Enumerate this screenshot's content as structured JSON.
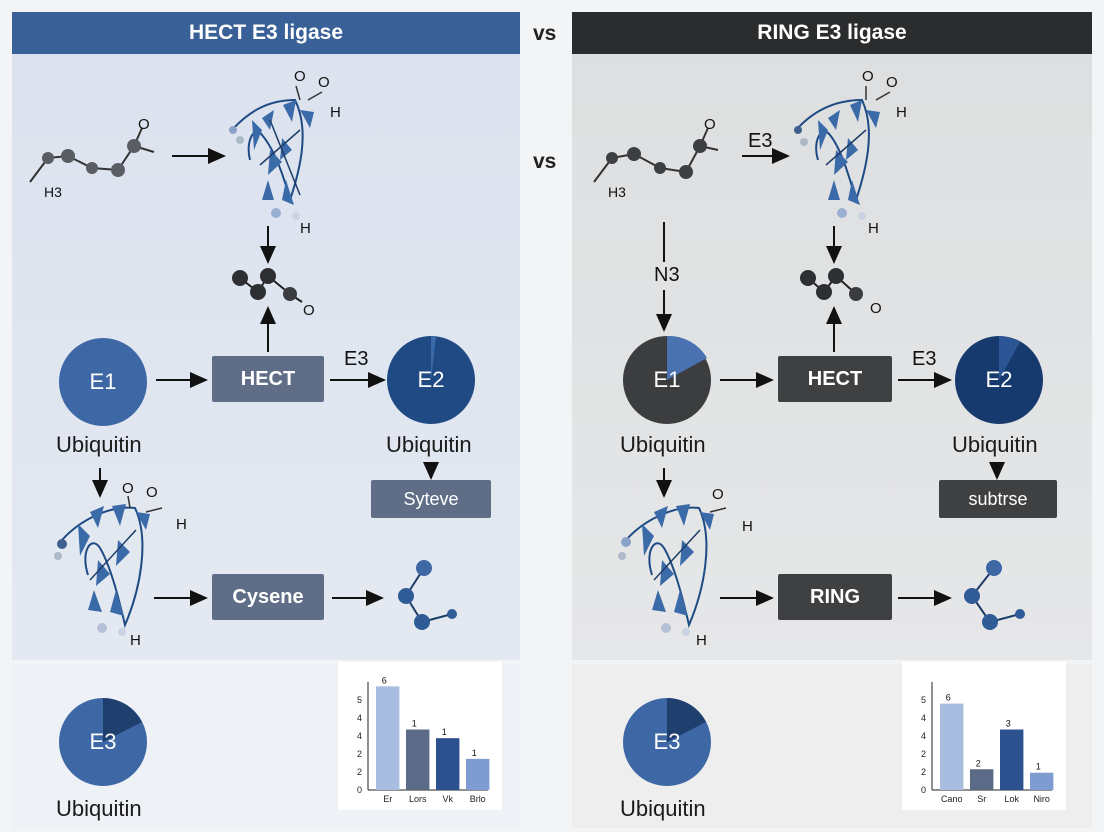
{
  "header": {
    "left_title": "HECT E3 ligase",
    "vs_top": "vs",
    "right_title": "RING E3 ligase",
    "vs_mid": "vs"
  },
  "left": {
    "e1": "E1",
    "e1_caption": "Ubiquitin",
    "hect_box": "HECT",
    "e3_label": "E3",
    "e2": "E2",
    "e2_caption": "Ubiquitin",
    "syteve_box": "Syteve",
    "cysene_box": "Cysene",
    "e3_bottom": "E3",
    "e3_bottom_caption": "Ubiquitin",
    "mol_h3": "H3",
    "mol_o": "O",
    "mol_oh_o": "O",
    "mol_oh_h": "H",
    "mol_h": "H",
    "mol_o2": "O",
    "mol_bottom_o": "O",
    "mol_bottom_oh": "O",
    "mol_bottom_h": "H",
    "mol_bottom_h2": "H"
  },
  "right": {
    "e1": "E1",
    "e1_caption": "Ubiquitin",
    "hect_box": "HECT",
    "e3_label": "E3",
    "e2": "E2",
    "e2_caption": "Ubiquitin",
    "subtrse_box": "subtrse",
    "ring_box": "RING",
    "e3_top_label": "E3",
    "n3_label": "N3",
    "e3_bottom": "E3",
    "e3_bottom_caption": "Ubiquitin",
    "mol_h3": "H3",
    "mol_o": "O",
    "mol_oh_o": "O",
    "mol_oh_h": "H",
    "mol_h": "H",
    "mol_o2": "O",
    "mol_bottom_oh": "O",
    "mol_bottom_h": "H",
    "mol_bottom_h2": "H"
  },
  "chart_data": [
    {
      "type": "bar",
      "categories": [
        "Er",
        "Lors",
        "Vk",
        "Brlo"
      ],
      "values": [
        6,
        3.5,
        3,
        1.8
      ],
      "data_labels": [
        "6",
        "1",
        "1",
        "1"
      ],
      "ylim": [
        0,
        6
      ],
      "yticks": [
        "0",
        "2",
        "2",
        "4",
        "4",
        "5"
      ],
      "colors": [
        "#a9bde0",
        "#5b6a86",
        "#2d518e",
        "#7e9ccf"
      ]
    },
    {
      "type": "bar",
      "categories": [
        "Cano",
        "Sr",
        "Lok",
        "Niro"
      ],
      "values": [
        5,
        1.2,
        3.5,
        1.0
      ],
      "data_labels": [
        "6",
        "2",
        "3",
        "1"
      ],
      "ylim": [
        0,
        6
      ],
      "yticks": [
        "0",
        "2",
        "2",
        "4",
        "4",
        "5"
      ],
      "colors": [
        "#a9bde0",
        "#5b6a86",
        "#2d518e",
        "#7e9ccf"
      ]
    }
  ],
  "colors": {
    "left_header": "#3a6197",
    "right_header": "#2b2c2e",
    "e1_left": "#3e67a6",
    "e2": "#1f4a84",
    "box_left": "#5f6e86",
    "box_right": "#3f4042",
    "e1_right": "#3c3d3f",
    "e2_right": "#173a6e"
  }
}
